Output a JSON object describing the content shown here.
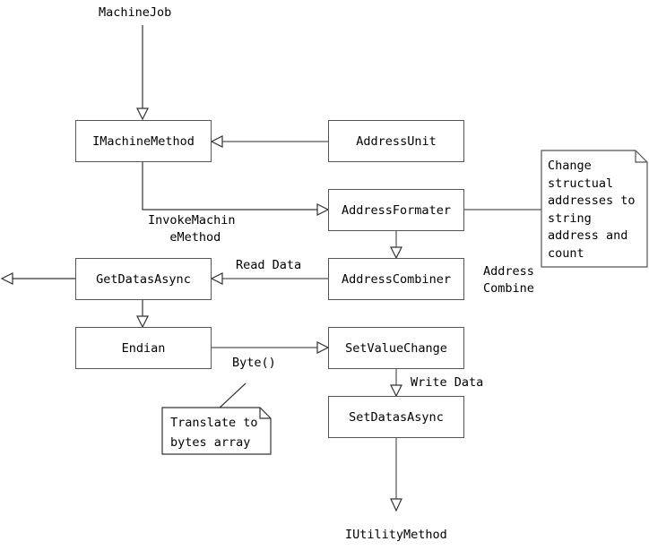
{
  "diagram": {
    "title_label": "MachineJob",
    "bottom_label": "IUtilityMethod",
    "nodes": [
      {
        "id": "imachinemethod",
        "label": "IMachineMethod"
      },
      {
        "id": "addressunit",
        "label": "AddressUnit"
      },
      {
        "id": "addressformater",
        "label": "AddressFormater"
      },
      {
        "id": "addresscombiner",
        "label": "AddressCombiner"
      },
      {
        "id": "getdatasasync",
        "label": "GetDatasAsync"
      },
      {
        "id": "endian",
        "label": "Endian"
      },
      {
        "id": "setvaluechange",
        "label": "SetValueChange"
      },
      {
        "id": "setdatasasync",
        "label": "SetDatasAsync"
      }
    ],
    "edge_labels": [
      {
        "id": "invoke-machine-method",
        "text": "InvokeMachin\n eMethod"
      },
      {
        "id": "read-data",
        "text": "Read Data"
      },
      {
        "id": "byte",
        "text": "Byte()"
      },
      {
        "id": "write-data",
        "text": "Write Data"
      },
      {
        "id": "address-combine",
        "text": "Address\nCombine"
      }
    ],
    "notes": [
      {
        "id": "address-note",
        "text": "Change\nstructual\naddresses to\nstring\naddress and\ncount"
      },
      {
        "id": "bytes-note",
        "text": "Translate to\nbytes array"
      }
    ],
    "colors": {
      "stroke": "#555555",
      "arrow_stroke": "#333333",
      "background": "#ffffff",
      "text": "#000000"
    }
  }
}
